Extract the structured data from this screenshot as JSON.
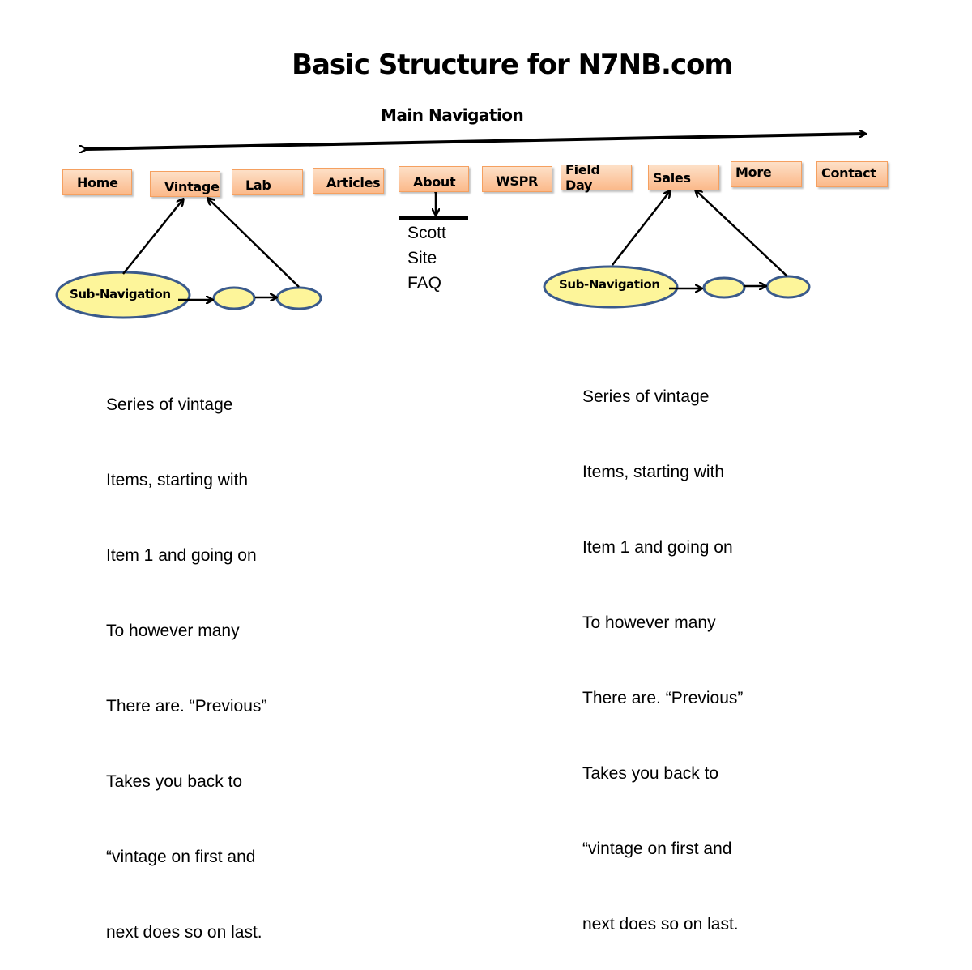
{
  "title": "Basic Structure for N7NB.com",
  "main_navigation_label": "Main Navigation",
  "nav_items": [
    {
      "label": "Home"
    },
    {
      "label": "Vintage"
    },
    {
      "label": "Lab"
    },
    {
      "label": "Articles"
    },
    {
      "label": "About"
    },
    {
      "label": "WSPR"
    },
    {
      "label": "Field Day"
    },
    {
      "label": "Sales"
    },
    {
      "label": "More"
    },
    {
      "label": "Contact"
    }
  ],
  "about_submenu": [
    "Scott",
    "Site",
    "FAQ"
  ],
  "left_group": {
    "sub_navigation_label": "Sub-Navigation",
    "description_lines": [
      "Series of vintage",
      "Items, starting with",
      "Item 1 and going on",
      "To however many",
      "There are. “Previous”",
      "Takes you back to",
      "“vintage on first and",
      "next does so on last."
    ]
  },
  "right_group": {
    "sub_navigation_label": "Sub-Navigation",
    "description_lines": [
      "Series of vintage",
      "Items, starting with",
      "Item 1 and going on",
      "To however many",
      "There are. “Previous”",
      "Takes you back to",
      "“vintage on first and",
      "next does so on last."
    ]
  },
  "colors": {
    "nav_button_fill": "#fbc89f",
    "nav_button_border": "#f5a060",
    "oval_fill": "#fdf59a",
    "oval_border": "#3a5a8c"
  }
}
